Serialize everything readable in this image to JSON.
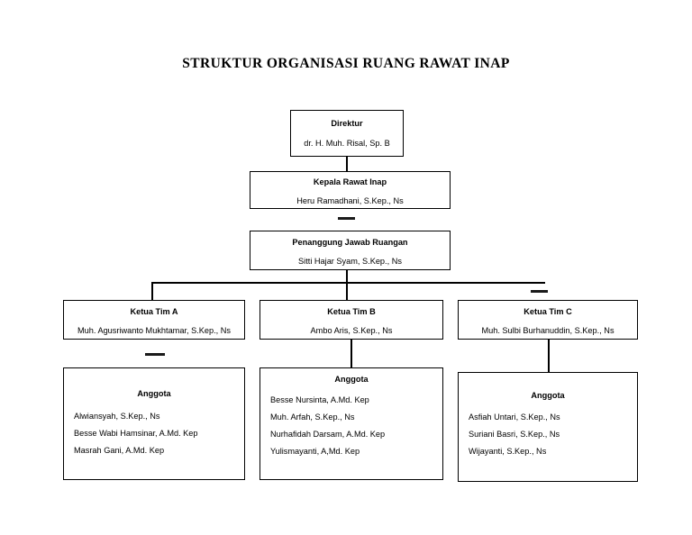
{
  "page": {
    "title": "STRUKTUR ORGANISASI RUANG RAWAT INAP"
  },
  "chart_data": {
    "type": "org-chart",
    "title": "STRUKTUR ORGANISASI RUANG RAWAT INAP",
    "nodes": [
      {
        "id": "direktur",
        "role": "Direktur",
        "person": "dr. H. Muh. Risal, Sp. B",
        "level": 1
      },
      {
        "id": "kepala",
        "role": "Kepala Rawat Inap",
        "person": "Heru Ramadhani, S.Kep., Ns",
        "level": 2
      },
      {
        "id": "penanggung",
        "role": "Penanggung Jawab Ruangan",
        "person": "Sitti Hajar Syam, S.Kep., Ns",
        "level": 3
      },
      {
        "id": "tim-a",
        "role": "Ketua Tim A",
        "person": "Muh. Agusriwanto Mukhtamar, S.Kep., Ns",
        "level": 4
      },
      {
        "id": "tim-b",
        "role": "Ketua Tim B",
        "person": "Ambo Aris, S.Kep., Ns",
        "level": 4
      },
      {
        "id": "tim-c",
        "role": "Ketua Tim C",
        "person": "Muh. Sulbi Burhanuddin, S.Kep., Ns",
        "level": 4
      },
      {
        "id": "anggota-a",
        "role": "Anggota",
        "level": 5,
        "members": [
          "Alwiansyah, S.Kep., Ns",
          "Besse Wabi Hamsinar, A.Md. Kep",
          "Masrah Gani, A.Md. Kep"
        ]
      },
      {
        "id": "anggota-b",
        "role": "Anggota",
        "level": 5,
        "members": [
          "Besse Nursinta, A.Md. Kep",
          "Muh. Arfah, S.Kep., Ns",
          "Nurhafidah Darsam, A.Md. Kep",
          "Yulismayanti, A,Md. Kep"
        ]
      },
      {
        "id": "anggota-c",
        "role": "Anggota",
        "level": 5,
        "members": [
          "Asfiah Untari, S.Kep., Ns",
          "Suriani Basri, S.Kep., Ns",
          "Wijayanti, S.Kep., Ns"
        ]
      }
    ],
    "edges": [
      {
        "from": "direktur",
        "to": "kepala"
      },
      {
        "from": "kepala",
        "to": "penanggung"
      },
      {
        "from": "penanggung",
        "to": "tim-a"
      },
      {
        "from": "penanggung",
        "to": "tim-b"
      },
      {
        "from": "penanggung",
        "to": "tim-c"
      },
      {
        "from": "tim-a",
        "to": "anggota-a"
      },
      {
        "from": "tim-b",
        "to": "anggota-b"
      },
      {
        "from": "tim-c",
        "to": "anggota-c"
      }
    ],
    "colors": {
      "line": "#000000",
      "box_border": "#000000",
      "background": "#ffffff",
      "text": "#000000"
    }
  },
  "direktur": {
    "role": "Direktur",
    "person": "dr. H. Muh. Risal, Sp. B"
  },
  "kepala": {
    "role": "Kepala Rawat Inap",
    "person": "Heru Ramadhani, S.Kep., Ns"
  },
  "penanggung": {
    "role": "Penanggung Jawab Ruangan",
    "person": "Sitti Hajar Syam, S.Kep., Ns"
  },
  "tim_a": {
    "role": "Ketua Tim A",
    "person": "Muh. Agusriwanto Mukhtamar, S.Kep., Ns",
    "anggota_title": "Anggota",
    "members": [
      "Alwiansyah, S.Kep., Ns",
      "Besse Wabi Hamsinar, A.Md. Kep",
      "Masrah Gani, A.Md. Kep"
    ]
  },
  "tim_b": {
    "role": "Ketua Tim B",
    "person": "Ambo Aris, S.Kep., Ns",
    "anggota_title": "Anggota",
    "members": [
      "Besse Nursinta, A.Md. Kep",
      "Muh. Arfah, S.Kep., Ns",
      "Nurhafidah Darsam, A.Md. Kep",
      "Yulismayanti, A,Md. Kep"
    ]
  },
  "tim_c": {
    "role": "Ketua Tim C",
    "person": "Muh. Sulbi Burhanuddin, S.Kep., Ns",
    "anggota_title": "Anggota",
    "members": [
      "Asfiah Untari, S.Kep., Ns",
      "Suriani Basri, S.Kep., Ns",
      "Wijayanti, S.Kep., Ns"
    ]
  }
}
